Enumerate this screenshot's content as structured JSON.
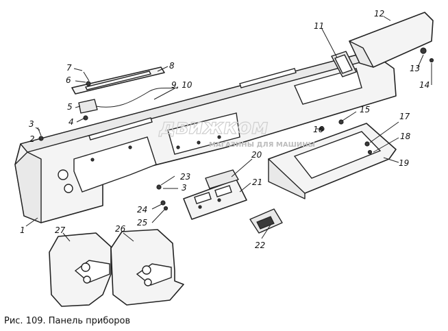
{
  "figure": {
    "caption": "Рис. 109. Панель приборов"
  },
  "watermark": {
    "brand": "движком",
    "tagline": "МАГАЗИНЫ ДЛЯ МАШИНЫ"
  },
  "callouts": [
    "1",
    "2",
    "3",
    "4",
    "5",
    "6",
    "7",
    "8",
    "9, 10",
    "11",
    "12",
    "13",
    "14",
    "15",
    "16",
    "17",
    "18",
    "19",
    "20",
    "21",
    "22",
    "23",
    "3",
    "24",
    "25",
    "26",
    "27"
  ]
}
